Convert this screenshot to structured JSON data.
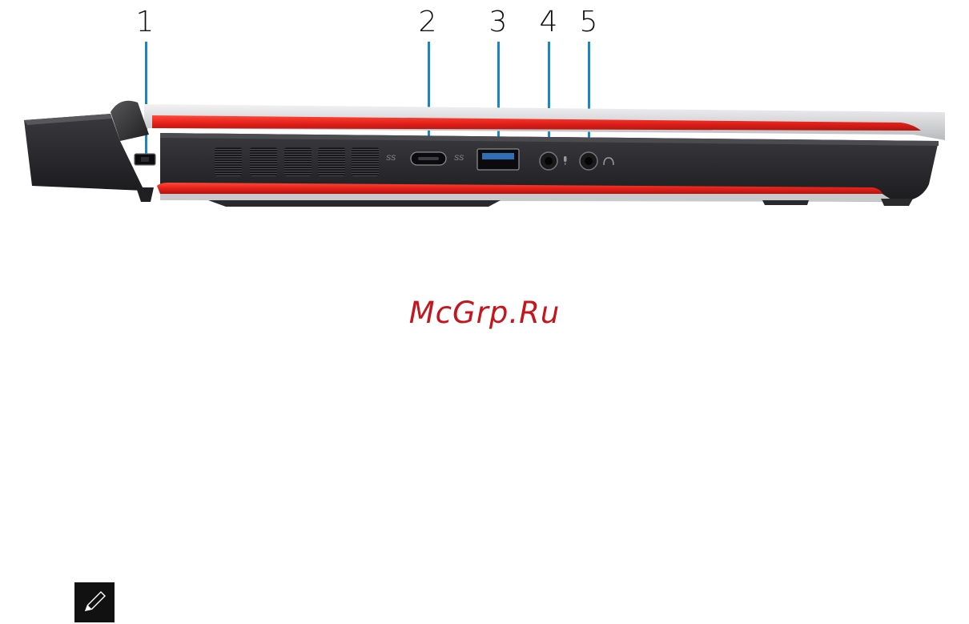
{
  "callouts": [
    {
      "number": "1",
      "port": "security-cable-slot"
    },
    {
      "number": "2",
      "port": "usb-3-type-c-port"
    },
    {
      "number": "3",
      "port": "usb-3-type-a-port"
    },
    {
      "number": "4",
      "port": "microphone-port"
    },
    {
      "number": "5",
      "port": "headphone-port"
    }
  ],
  "port_labels": {
    "usb_c": "SS",
    "usb_a": "SS"
  },
  "watermark": "McGrp.Ru",
  "colors": {
    "accent_red": "#e5211a",
    "callout_blue": "#1a86c8",
    "chassis_dark": "#2b2b2e",
    "chassis_silver": "#d9dadc"
  }
}
